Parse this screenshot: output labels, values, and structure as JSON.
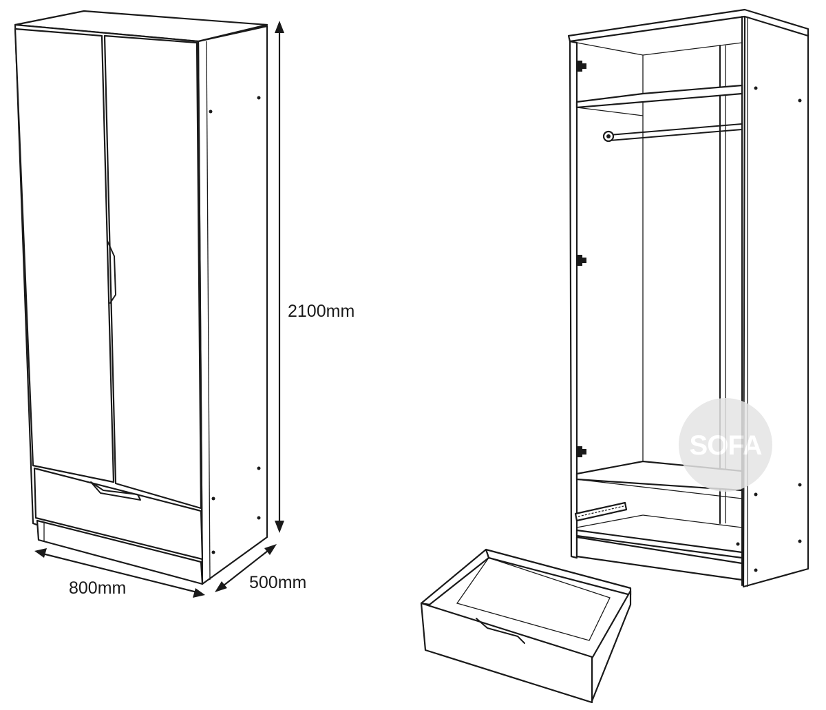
{
  "dimensions": {
    "height": "2100mm",
    "width": "800mm",
    "depth": "500mm"
  },
  "watermark": {
    "text": "SOFA",
    "color": "#e4e4e4"
  }
}
